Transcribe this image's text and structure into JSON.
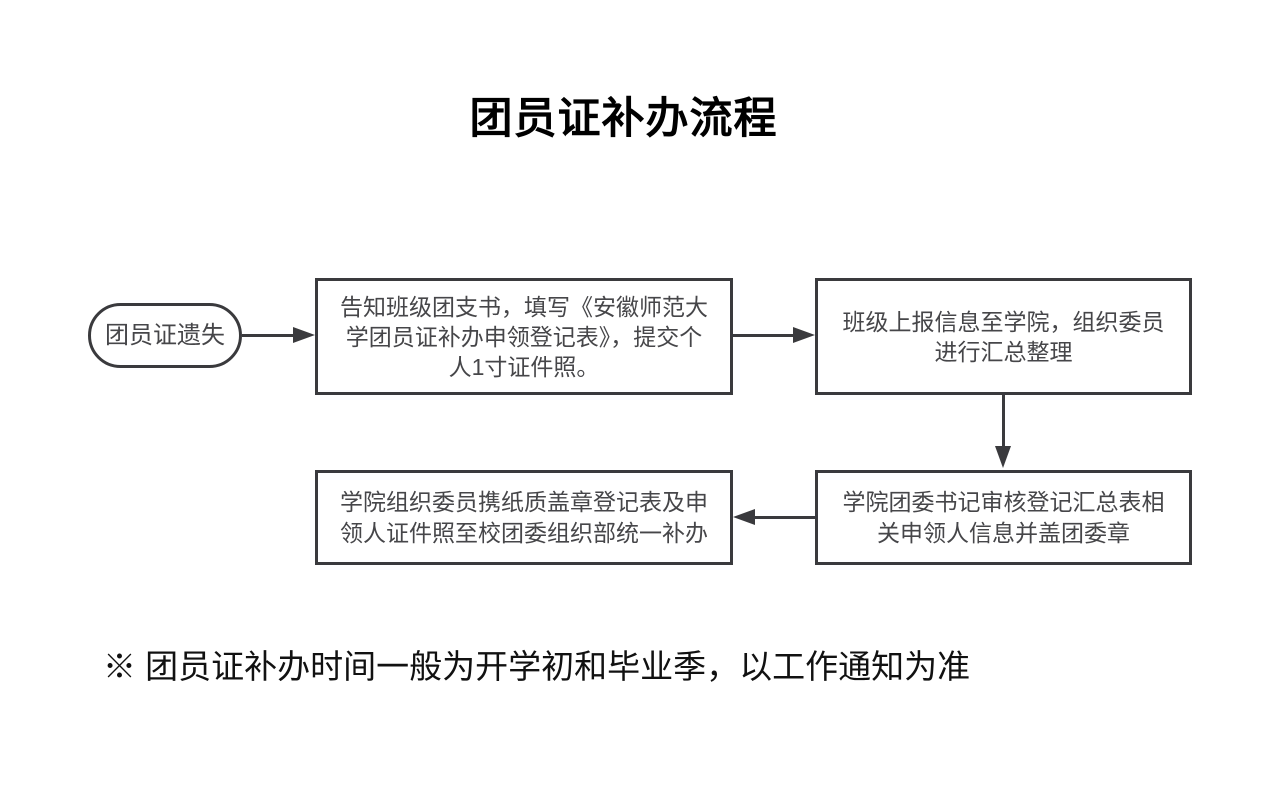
{
  "title": "团员证补办流程",
  "flowchart": {
    "start": {
      "lines": [
        "团员证遗失"
      ]
    },
    "steps": [
      {
        "id": "step1",
        "lines": [
          "告知班级团支书，填写《安徽师范大",
          "学团员证补办申领登记表》，提交个",
          "人1寸证件照。"
        ]
      },
      {
        "id": "step2",
        "lines": [
          "班级上报信息至学院，组织委员",
          "进行汇总整理"
        ]
      },
      {
        "id": "step3",
        "lines": [
          "学院团委书记审核登记汇总表相",
          "关申领人信息并盖团委章"
        ]
      },
      {
        "id": "step4",
        "lines": [
          "学院组织委员携纸质盖章登记表及申",
          "领人证件照至校团委组织部统一补办"
        ]
      }
    ],
    "edges": [
      {
        "from": "start",
        "to": "step1",
        "direction": "right"
      },
      {
        "from": "step1",
        "to": "step2",
        "direction": "right"
      },
      {
        "from": "step2",
        "to": "step3",
        "direction": "down"
      },
      {
        "from": "step3",
        "to": "step4",
        "direction": "left"
      }
    ]
  },
  "note": "※ 团员证补办时间一般为开学初和毕业季，以工作通知为准",
  "colors": {
    "line": "#3a3a3d",
    "text": "#464649",
    "title": "#000000",
    "note": "#111111",
    "background": "#ffffff"
  }
}
